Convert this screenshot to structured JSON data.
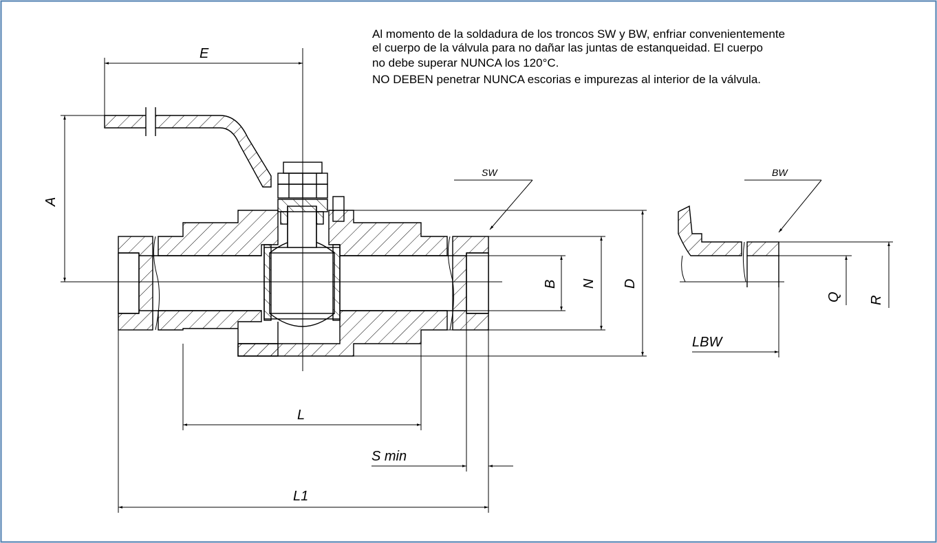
{
  "notes": {
    "line1": "Al momento de la soldadura de los troncos SW y BW, enfriar convenientemente",
    "line2": "el cuerpo de la válvula para no dañar las juntas de estanqueidad. El cuerpo",
    "line3": "no debe superar NUNCA los 120°C.",
    "line4": "NO DEBEN penetrar NUNCA escorias e impurezas al interior de la válvula."
  },
  "labels": {
    "E": "E",
    "A": "A",
    "B": "B",
    "N": "N",
    "D": "D",
    "L": "L",
    "S_min": "S min",
    "L1": "L1",
    "SW": "SW",
    "BW": "BW",
    "Q": "Q",
    "R": "R",
    "LBW": "LBW"
  },
  "colors": {
    "frame": "#4f7fb0",
    "line": "#000000"
  }
}
